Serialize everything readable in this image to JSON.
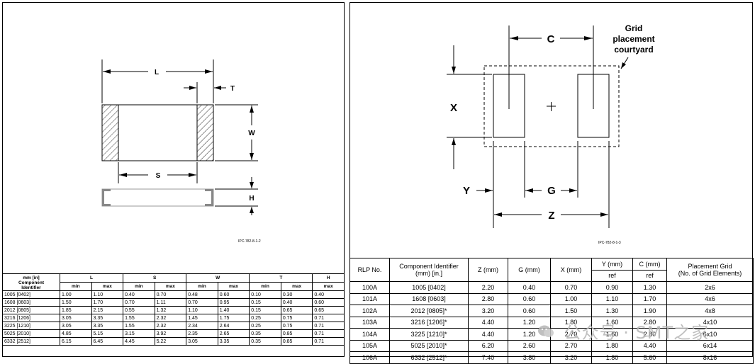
{
  "left_figure": {
    "labels": {
      "L": "L",
      "T": "T",
      "W": "W",
      "S": "S",
      "H": "H"
    },
    "ref": "IPC-782-8-1-2"
  },
  "left_table": {
    "header_col0": "mm [in]\nComponent\nIdentifier",
    "groups": [
      "L",
      "S",
      "W",
      "T",
      "H"
    ],
    "sub": [
      "min",
      "max",
      "min",
      "max",
      "min",
      "max",
      "min",
      "max",
      "max"
    ],
    "rows": [
      [
        "1005 [0402]",
        "1.00",
        "1.10",
        "0.40",
        "0.70",
        "0.48",
        "0.60",
        "0.10",
        "0.30",
        "0.40"
      ],
      [
        "1608 [0603]",
        "1.50",
        "1.70",
        "0.70",
        "1.11",
        "0.70",
        "0.95",
        "0.15",
        "0.40",
        "0.60"
      ],
      [
        "2012 [0805]",
        "1.85",
        "2.15",
        "0.55",
        "1.32",
        "1.10",
        "1.40",
        "0.15",
        "0.65",
        "0.65"
      ],
      [
        "3216 [1206]",
        "3.05",
        "3.35",
        "1.55",
        "2.32",
        "1.45",
        "1.75",
        "0.25",
        "0.75",
        "0.71"
      ],
      [
        "3225 [1210]",
        "3.05",
        "3.35",
        "1.55",
        "2.32",
        "2.34",
        "2.64",
        "0.25",
        "0.75",
        "0.71"
      ],
      [
        "5025 [2010]",
        "4.85",
        "5.15",
        "3.15",
        "3.92",
        "2.35",
        "2.65",
        "0.35",
        "0.85",
        "0.71"
      ],
      [
        "6332 [2512]",
        "6.15",
        "6.45",
        "4.45",
        "5.22",
        "3.05",
        "3.35",
        "0.35",
        "0.85",
        "0.71"
      ]
    ]
  },
  "right_figure": {
    "labels": {
      "C": "C",
      "X": "X",
      "Y": "Y",
      "G": "G",
      "Z": "Z"
    },
    "courtyard": [
      "Grid",
      "placement",
      "courtyard"
    ],
    "ref": "IPC-782-8-1-3"
  },
  "right_table": {
    "headers": {
      "rlp": "RLP No.",
      "comp": "Component Identifier\n(mm) [in.]",
      "z": "Z (mm)",
      "g": "G (mm)",
      "x": "X (mm)",
      "y": "Y (mm)",
      "c": "C (mm)",
      "y_ref": "ref",
      "c_ref": "ref",
      "grid": "Placement Grid\n(No. of Grid Elements)"
    },
    "rows": [
      [
        "100A",
        "1005 [0402]",
        "2.20",
        "0.40",
        "0.70",
        "0.90",
        "1.30",
        "2x6"
      ],
      [
        "101A",
        "1608 [0603]",
        "2.80",
        "0.60",
        "1.00",
        "1.10",
        "1.70",
        "4x6"
      ],
      [
        "102A",
        "2012 [0805]*",
        "3.20",
        "0.60",
        "1.50",
        "1.30",
        "1.90",
        "4x8"
      ],
      [
        "103A",
        "3216 [1206]*",
        "4.40",
        "1.20",
        "1.80",
        "1.60",
        "2.80",
        "4x10"
      ],
      [
        "104A",
        "3225 [1210]*",
        "4.40",
        "1.20",
        "2.70",
        "1.60",
        "2.80",
        "6x10"
      ],
      [
        "105A",
        "5025 [2010]*",
        "6.20",
        "2.60",
        "2.70",
        "1.80",
        "4.40",
        "6x14"
      ],
      [
        "106A",
        "6332 [2512]*",
        "7.40",
        "3.80",
        "3.20",
        "1.80",
        "5.60",
        "8x16"
      ]
    ]
  },
  "watermark": "公众号 · SMT之家"
}
